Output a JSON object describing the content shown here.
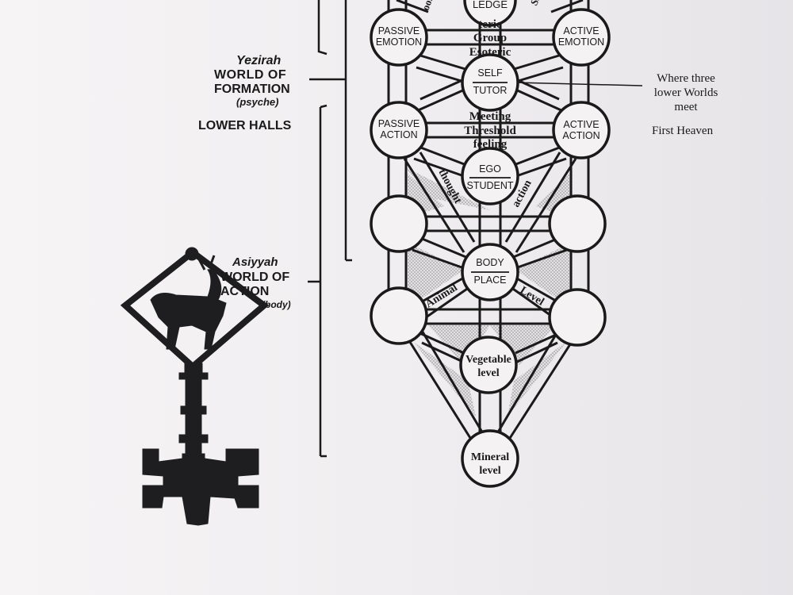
{
  "left_labels": {
    "yezirah": {
      "name": "Yezirah",
      "line1": "WORLD OF",
      "line2": "FORMATION",
      "sub": "(psyche)"
    },
    "lower_halls": "LOWER HALLS",
    "asiyyah": {
      "name": "Asiyyah",
      "line1": "WORLD OF",
      "line2": "ACTION",
      "sub": "(body)"
    }
  },
  "right_notes": {
    "meeting_point": [
      "Where three",
      "lower Worlds",
      "meet"
    ],
    "first_heaven": "First Heaven"
  },
  "tree": {
    "top_partial": "LEDGE",
    "upper_left": "PASSIVE EMOTION",
    "upper_right": "ACTIVE EMOTION",
    "self": {
      "top": "SELF",
      "bottom": "TUTOR"
    },
    "mid_left": "PASSIVE ACTION",
    "mid_right": "ACTIVE ACTION",
    "ego": {
      "top": "EGO",
      "bottom": "STUDENT"
    },
    "body": {
      "top": "BODY",
      "bottom": "PLACE"
    },
    "vegetable": [
      "Vegetable",
      "level"
    ],
    "mineral": [
      "Mineral",
      "level"
    ],
    "upper_group": [
      "teric",
      "Group",
      "Esoteric"
    ],
    "threshold": [
      "Meeting",
      "Threshold",
      "feeling"
    ],
    "paths": {
      "thought": "thought",
      "action": "action",
      "animal": "Animal",
      "level": "Level",
      "top_left_partial": "ool",
      "top_right_partial": "Sch"
    }
  },
  "colors": {
    "ink": "#1a1a1a",
    "paper": "#f2f0f1",
    "shade": "#c9c6c9"
  }
}
